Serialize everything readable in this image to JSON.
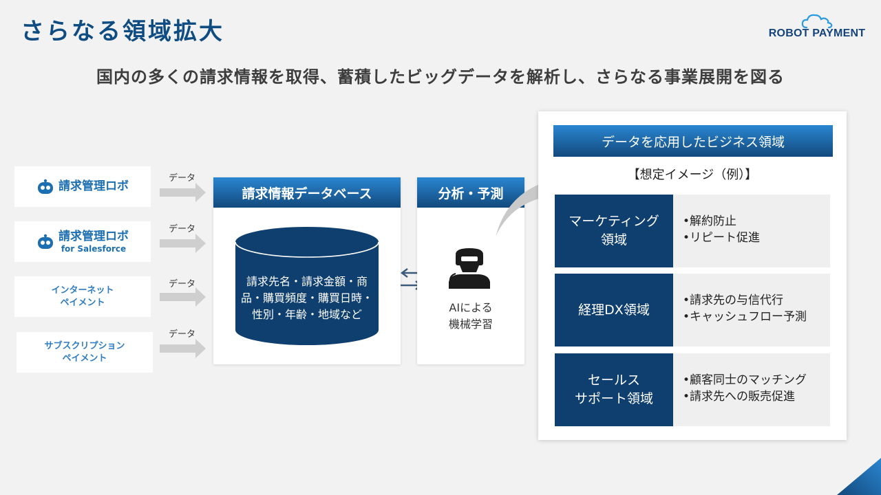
{
  "header": {
    "title": "さらなる領域拡大",
    "logo_text": "ROBOT PAYMENT",
    "subtitle": "国内の多くの請求情報を取得、蓄積したビッグデータを解析し、さらなる事業展開を図る"
  },
  "sources": [
    {
      "name": "請求管理ロボ",
      "sub": ""
    },
    {
      "name": "請求管理ロボ",
      "sub": "for Salesforce"
    },
    {
      "line1": "インターネット",
      "line2": "ペイメント"
    },
    {
      "line1": "サブスクリプション",
      "line2": "ペイメント"
    }
  ],
  "data_label": "データ",
  "database": {
    "title": "請求情報データベース",
    "text": "請求先名・請求金額・商品・購買頻度・購買日時・性別・年齢・地域など"
  },
  "analysis": {
    "title": "分析・予測",
    "line1": "AIによる",
    "line2": "機械学習"
  },
  "business": {
    "title": "データを応用したビジネス領域",
    "subtitle": "【想定イメージ（例）】",
    "areas": [
      {
        "name_line1": "マーケティング",
        "name_line2": "領域",
        "items": [
          "•解約防止",
          "•リピート促進"
        ]
      },
      {
        "name_line1": "経理DX領域",
        "name_line2": "",
        "items": [
          "•請求先の与信代行",
          "•キャッシュフロー予測"
        ]
      },
      {
        "name_line1": "セールス",
        "name_line2": "サポート領域",
        "items": [
          "•顧客同士のマッチング",
          "•請求先への販売促進"
        ]
      }
    ]
  },
  "colors": {
    "title_blue": "#0f4c81",
    "navy": "#0f3f6f",
    "header_gradient_top": "#2a86d1",
    "header_gradient_bottom": "#12497c",
    "background": "#f2f2f2"
  }
}
